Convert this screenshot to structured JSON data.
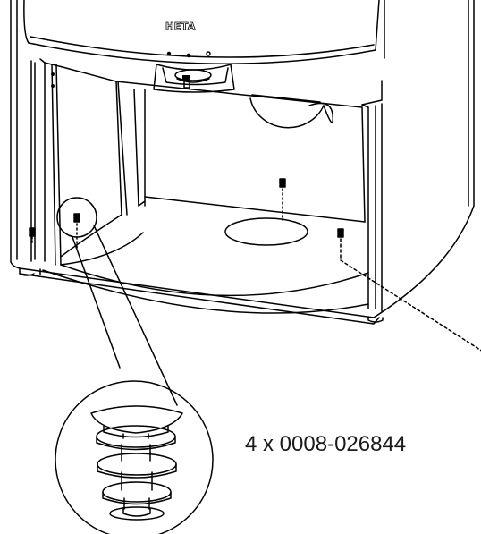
{
  "diagram": {
    "brand": "HETA",
    "part_label": "4 x 0008-026844",
    "feet_shown": 4
  }
}
